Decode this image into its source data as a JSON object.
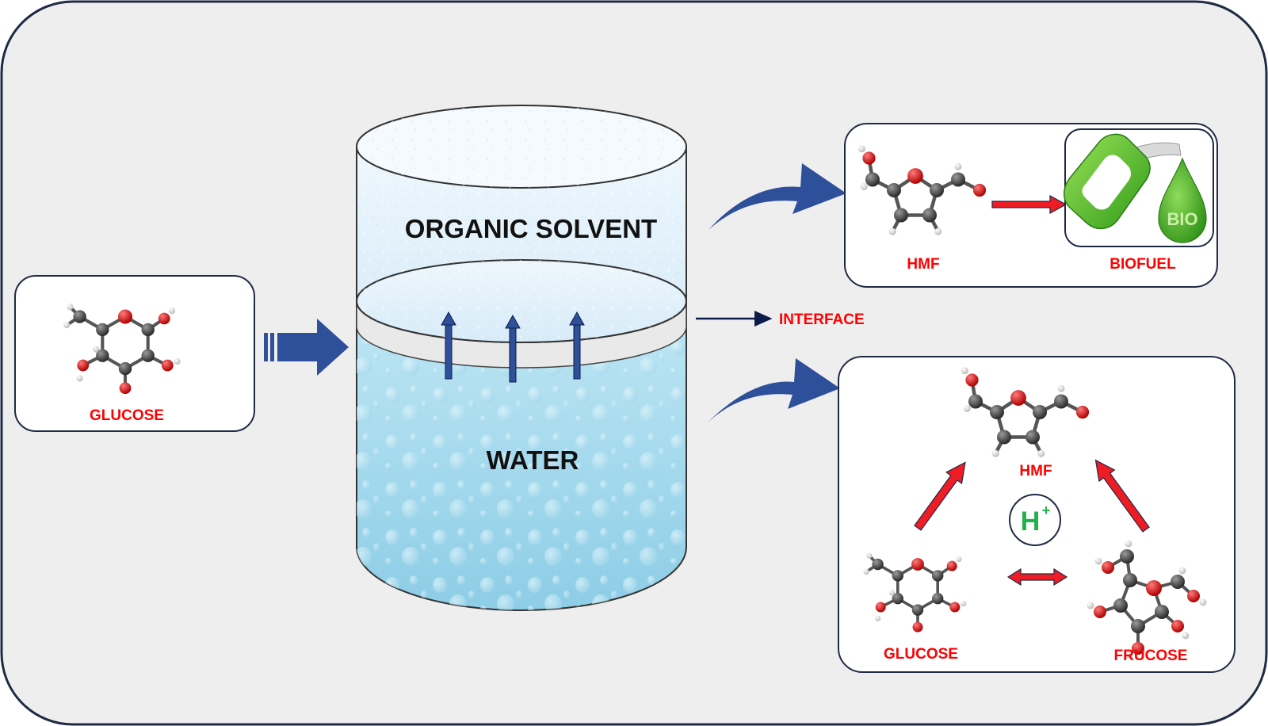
{
  "labels": {
    "glucose_input": "GLUCOSE",
    "organic_solvent": "ORGANIC SOLVENT",
    "water": "WATER",
    "interface": "INTERFACE",
    "hmf_top": "HMF",
    "biofuel": "BIOFUEL",
    "bio_drop": "BIO",
    "hmf_cycle": "HMF",
    "catalyst_main": "H",
    "catalyst_sup": "+",
    "glucose_cycle": "GLUCOSE",
    "fructose_cycle": "FRUCOSE"
  },
  "colors": {
    "background": "#eeeeee",
    "frame": "#1f2a44",
    "label_red": "#ff0000",
    "process_arrow": "#2e4f9a",
    "reaction_arrow": "#ee1c24",
    "catalyst_green": "#1fb24a",
    "organic_phase": "#e3f1fb",
    "water_phase": "#a9d9ec",
    "interface_band": "#e9e9e9",
    "fuel_green": "#4fbf28"
  }
}
